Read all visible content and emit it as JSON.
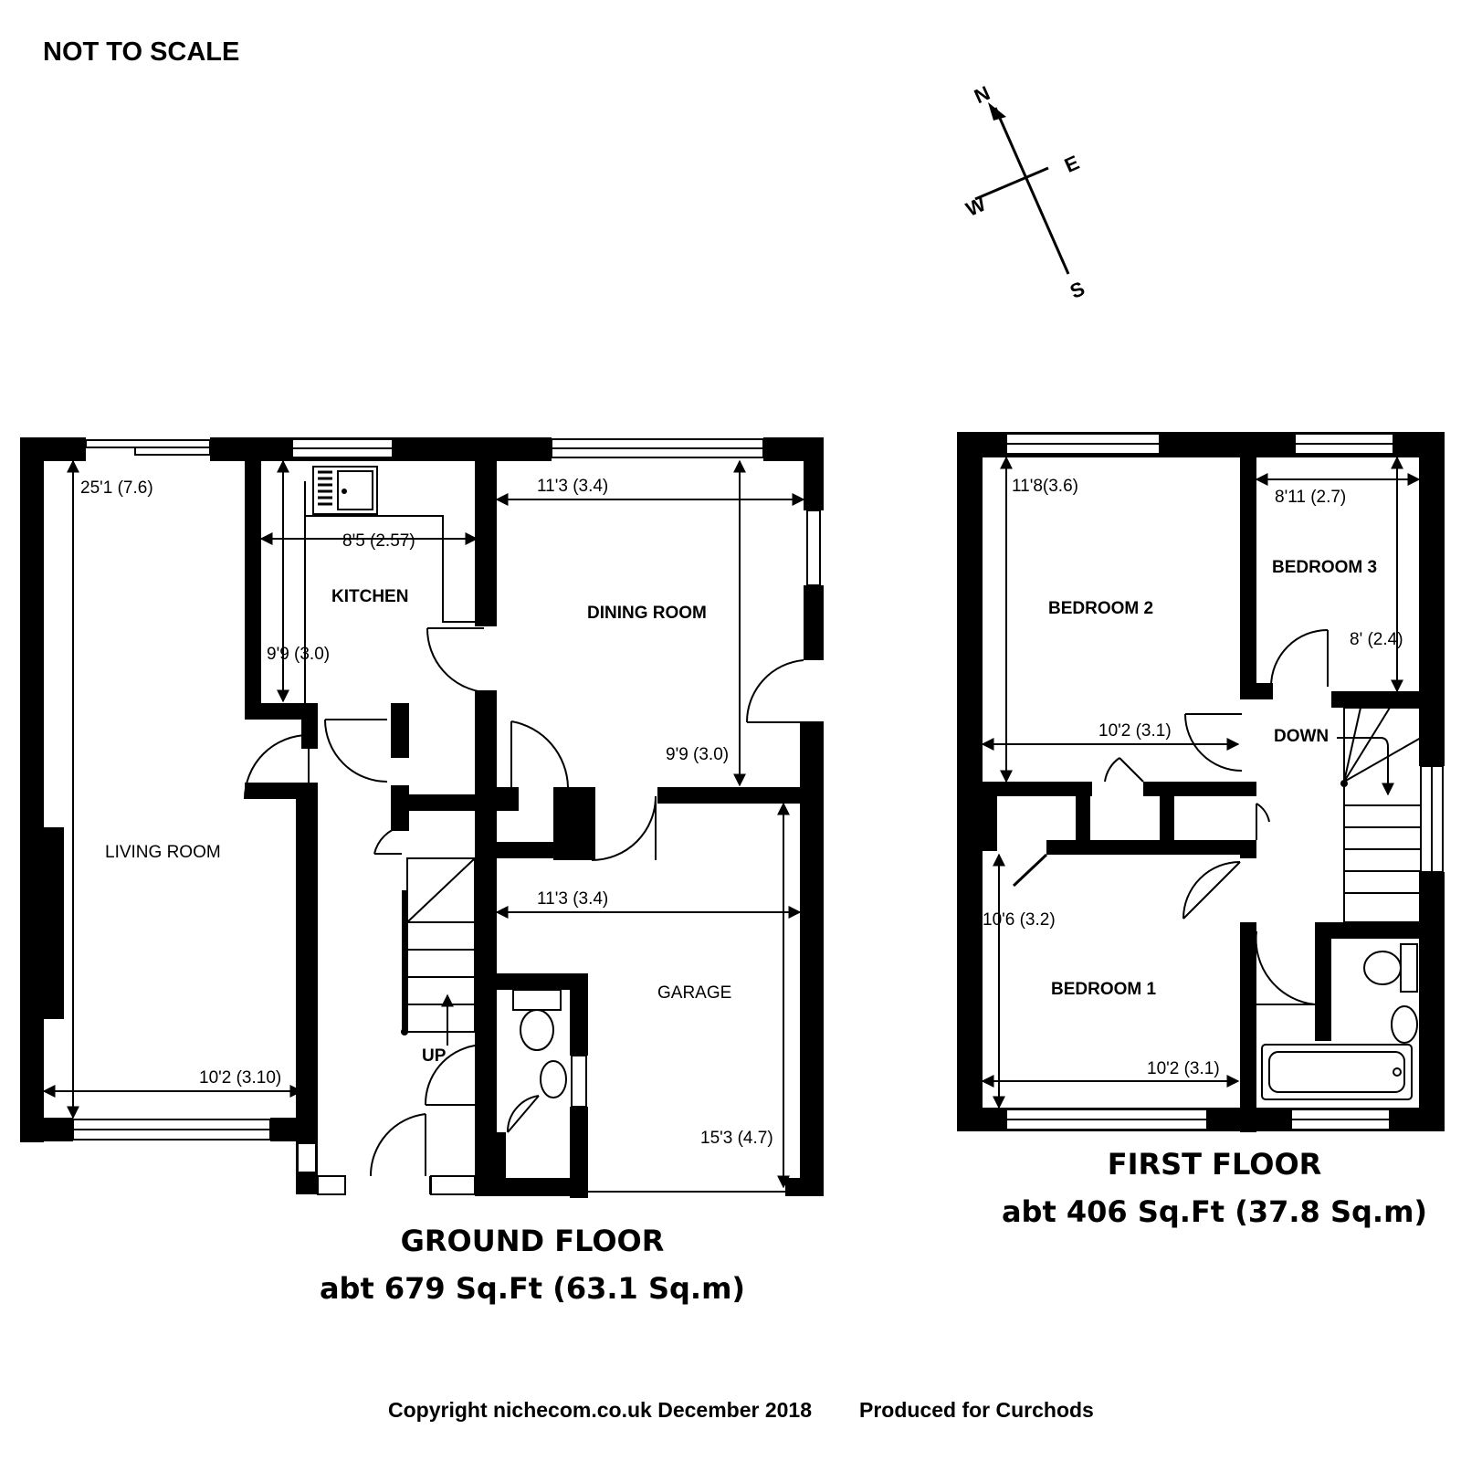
{
  "header": {
    "not_to_scale": "NOT TO SCALE"
  },
  "compass": {
    "n": "N",
    "e": "E",
    "s": "S",
    "w": "W"
  },
  "ground_floor": {
    "title": "GROUND FLOOR",
    "area": "abt 679 Sq.Ft (63.1 Sq.m)",
    "rooms": {
      "living_room": "LIVING ROOM",
      "kitchen": "KITCHEN",
      "dining_room": "DINING ROOM",
      "garage": "GARAGE",
      "up": "UP"
    },
    "dimensions": {
      "living_len": "25'1 (7.6)",
      "living_wid": "10'2 (3.10)",
      "kitchen_wid": "8'5 (2.57)",
      "kitchen_len": "9'9 (3.0)",
      "dining_wid": "11'3 (3.4)",
      "dining_len": "9'9 (3.0)",
      "garage_wid": "11'3 (3.4)",
      "garage_len": "15'3 (4.7)"
    }
  },
  "first_floor": {
    "title": "FIRST FLOOR",
    "area": "abt 406 Sq.Ft (37.8 Sq.m)",
    "rooms": {
      "bedroom1": "BEDROOM 1",
      "bedroom2": "BEDROOM 2",
      "bedroom3": "BEDROOM 3",
      "down": "DOWN"
    },
    "dimensions": {
      "bed2_len": "11'8(3.6)",
      "bed2_wid": "10'2 (3.1)",
      "bed3_wid": "8'11 (2.7)",
      "bed3_len": "8' (2.4)",
      "bed1_len": "10'6 (3.2)",
      "bed1_wid": "10'2 (3.1)"
    }
  },
  "footer": {
    "copyright": "Copyright nichecom.co.uk December 2018",
    "produced": "Produced for Curchods"
  }
}
